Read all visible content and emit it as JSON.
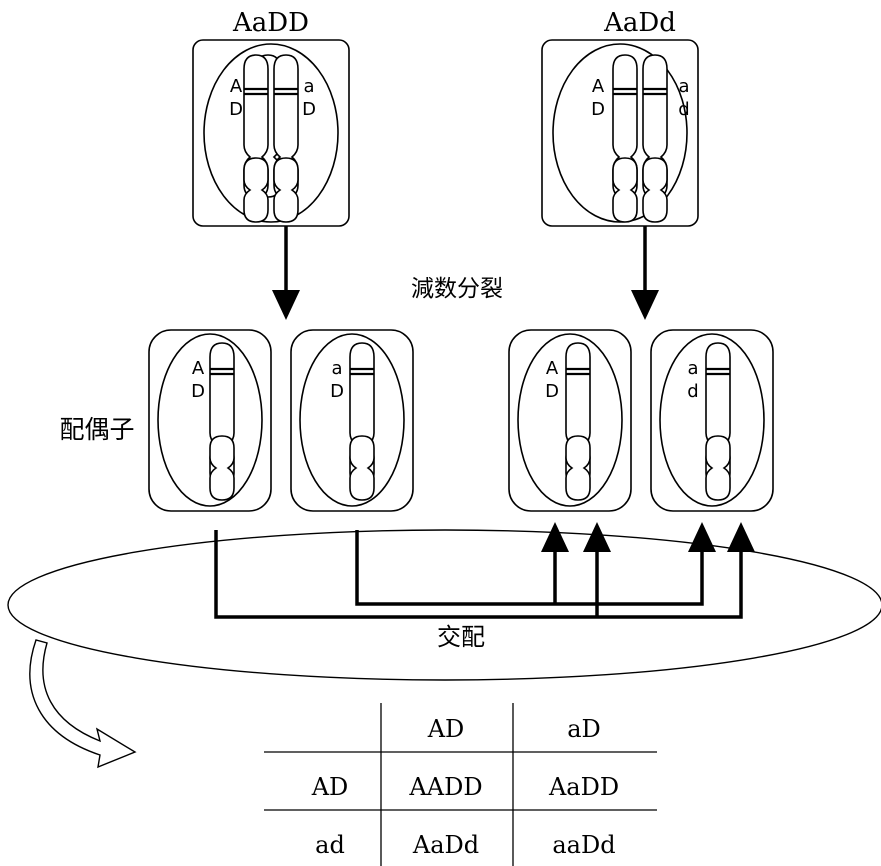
{
  "parents": [
    {
      "genotype": "AaDD",
      "left_labels": [
        "A",
        "D"
      ],
      "right_labels": [
        "a",
        "D"
      ]
    },
    {
      "genotype": "AaDd",
      "left_labels": [
        "A",
        "D"
      ],
      "right_labels": [
        "a",
        "d"
      ]
    }
  ],
  "meiosis_label": "減数分裂",
  "gamete_label": "配偶子",
  "gametes": [
    {
      "labels": [
        "A",
        "D"
      ]
    },
    {
      "labels": [
        "a",
        "D"
      ]
    },
    {
      "labels": [
        "A",
        "D"
      ]
    },
    {
      "labels": [
        "a",
        "d"
      ]
    }
  ],
  "mating_label": "交配",
  "punnett": {
    "col_headers": [
      "AD",
      "aD"
    ],
    "rows": [
      {
        "header": "AD",
        "cells": [
          "AADD",
          "AaDD"
        ]
      },
      {
        "header": "ad",
        "cells": [
          "AaDd",
          "aaDd"
        ]
      }
    ]
  }
}
